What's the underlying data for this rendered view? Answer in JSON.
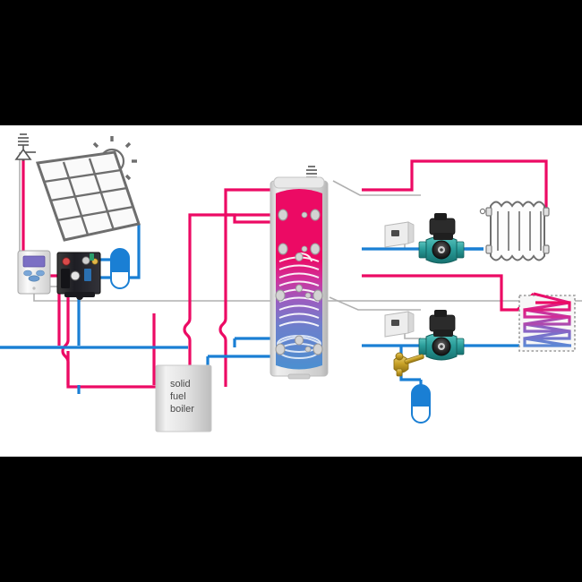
{
  "diagram": {
    "title": "Solar thermal + solid fuel boiler multi-zone heating schematic",
    "background": "#000000",
    "canvas_background": "#ffffff"
  },
  "colors": {
    "flow_hot": "#ec0a64",
    "return_cold": "#1a7fd4",
    "sensor_wire": "#b0b0b0",
    "outline": "#6e6e6e",
    "tank_top": "#ec0a64",
    "tank_bottom": "#4b8fd0",
    "pump_body": "#2a9d9a",
    "pump_motor": "#2b2b2b",
    "brass": "#c9a227",
    "vessel_blue": "#1a7fd4",
    "panel_grey": "#e8e8e8"
  },
  "components": {
    "safety_valve_solar": {
      "name": "safety relief valve",
      "label": ""
    },
    "safety_valve_tank": {
      "name": "safety relief valve",
      "label": ""
    },
    "sun": {
      "name": "sun",
      "rays": 8
    },
    "solar_collector": {
      "name": "solar collector panel",
      "rows": 4,
      "cols": 3
    },
    "solar_controller": {
      "name": "solar controller",
      "display": "",
      "buttons": 3
    },
    "solar_pump_station": {
      "name": "solar pump station"
    },
    "solar_expansion_vessel": {
      "name": "expansion vessel"
    },
    "buffer_tank": {
      "name": "thermal store buffer cylinder",
      "coil_turns": 9
    },
    "solid_fuel_boiler": {
      "name": "solid fuel boiler",
      "label_lines": [
        "solid",
        "fuel",
        "boiler"
      ]
    },
    "radiator": {
      "name": "radiator",
      "fins": 5
    },
    "underfloor": {
      "name": "underfloor heating circuit",
      "passes": 5
    },
    "pump_radiator": {
      "name": "circulator pump",
      "controller": "pump controller"
    },
    "pump_underfloor": {
      "name": "circulator pump",
      "controller": "pump controller"
    },
    "fill_valve": {
      "name": "fill and drain valve"
    },
    "heating_expansion_vessel": {
      "name": "expansion vessel"
    }
  },
  "text": {
    "boiler_line1": "solid",
    "boiler_line2": "fuel",
    "boiler_line3": "boiler"
  }
}
